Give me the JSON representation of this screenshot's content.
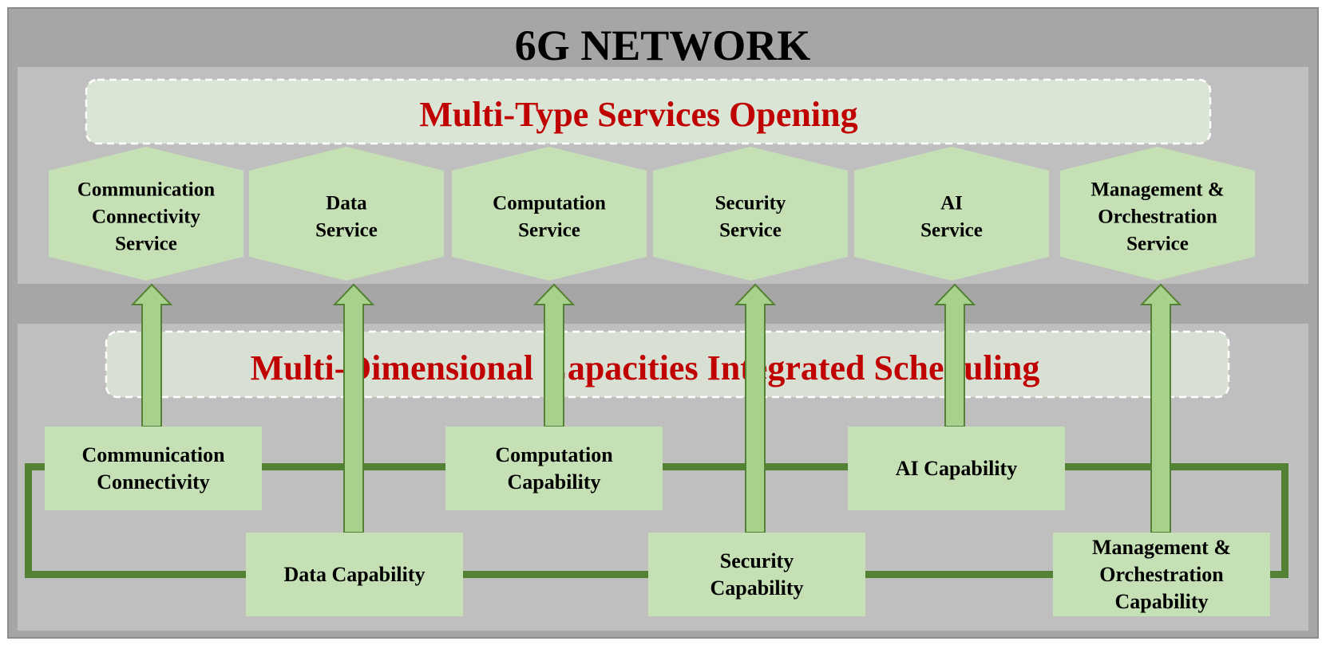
{
  "title": "6G NETWORK",
  "service_layer": {
    "banner": "Multi-Type Services Opening",
    "services": [
      {
        "lines": [
          "Communication",
          "Connectivity",
          "Service"
        ]
      },
      {
        "lines": [
          "Data",
          "Service"
        ]
      },
      {
        "lines": [
          "Computation",
          "Service"
        ]
      },
      {
        "lines": [
          "Security",
          "Service"
        ]
      },
      {
        "lines": [
          "AI",
          "Service"
        ]
      },
      {
        "lines": [
          "Management &",
          "Orchestration",
          "Service"
        ]
      }
    ]
  },
  "capability_layer": {
    "banner": "Multi-Dimensional Capacities Integrated Scheduling",
    "capabilities": [
      {
        "lines": [
          "Communication",
          "Connectivity"
        ]
      },
      {
        "lines": [
          "Data Capability"
        ]
      },
      {
        "lines": [
          "Computation",
          "Capability"
        ]
      },
      {
        "lines": [
          "Security",
          "Capability"
        ]
      },
      {
        "lines": [
          "AI Capability"
        ]
      },
      {
        "lines": [
          "Management &",
          "Orchestration",
          "Capability"
        ]
      }
    ]
  },
  "colors": {
    "outer_frame": "#a6a6a6",
    "inner_panel": "#bfbfbf",
    "box_fill": "#c5e0b4",
    "arrow_fill": "#a9d18e",
    "arrow_stroke": "#548235",
    "bus_line": "#548235",
    "banner_text": "#c00000",
    "title_text": "#000000"
  }
}
